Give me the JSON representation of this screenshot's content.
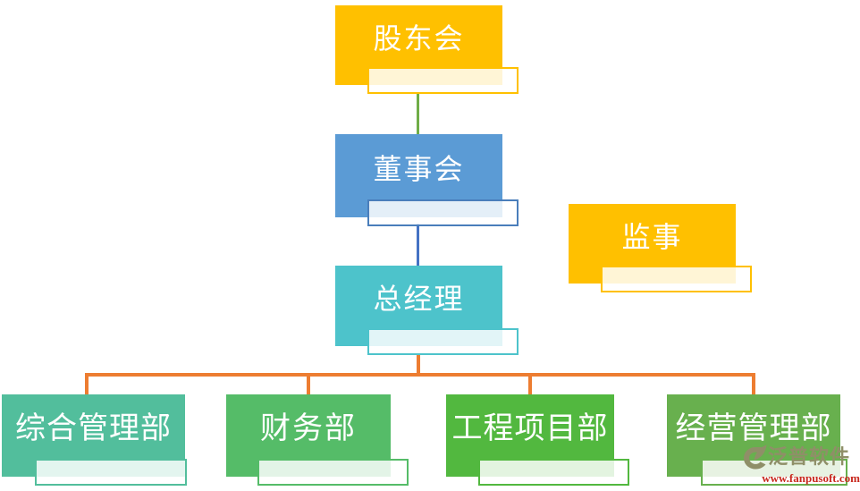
{
  "diagram": {
    "type": "org-chart",
    "background": "#FFFFFF",
    "nodes": [
      {
        "id": "shareholders-meeting",
        "label": "股东会",
        "color": "#FFC000",
        "row": 1
      },
      {
        "id": "board-of-directors",
        "label": "董事会",
        "color": "#5B9BD5",
        "row": 2
      },
      {
        "id": "supervisor",
        "label": "监事",
        "color": "#FFC000",
        "row": 2.5
      },
      {
        "id": "general-manager",
        "label": "总经理",
        "color": "#4DC3CB",
        "row": 3
      },
      {
        "id": "general-admin-dept",
        "label": "综合管理部",
        "color": "#52BE9C",
        "row": 4
      },
      {
        "id": "finance-dept",
        "label": "财务部",
        "color": "#55BC68",
        "row": 4
      },
      {
        "id": "engineering-project-dept",
        "label": "工程项目部",
        "color": "#52B83F",
        "row": 4
      },
      {
        "id": "operations-mgmt-dept",
        "label": "经营管理部",
        "color": "#68B04E",
        "row": 4
      }
    ],
    "edges": [
      {
        "from": "股东会",
        "to": "董事会",
        "color": "#70AD47"
      },
      {
        "from": "董事会",
        "to": "总经理",
        "color": "#4472C4"
      },
      {
        "from": "总经理",
        "to": "综合管理部",
        "color": "#ED7D31"
      },
      {
        "from": "总经理",
        "to": "财务部",
        "color": "#ED7D31"
      },
      {
        "from": "总经理",
        "to": "工程项目部",
        "color": "#ED7D31"
      },
      {
        "from": "总经理",
        "to": "经营管理部",
        "color": "#ED7D31"
      }
    ],
    "unconnected_nodes": [
      "监事"
    ]
  },
  "watermark": {
    "brand": "泛普软件",
    "url": "www.fanpusoft.com",
    "brand_color": "#8F8F68",
    "url_color": "#C8281E"
  }
}
